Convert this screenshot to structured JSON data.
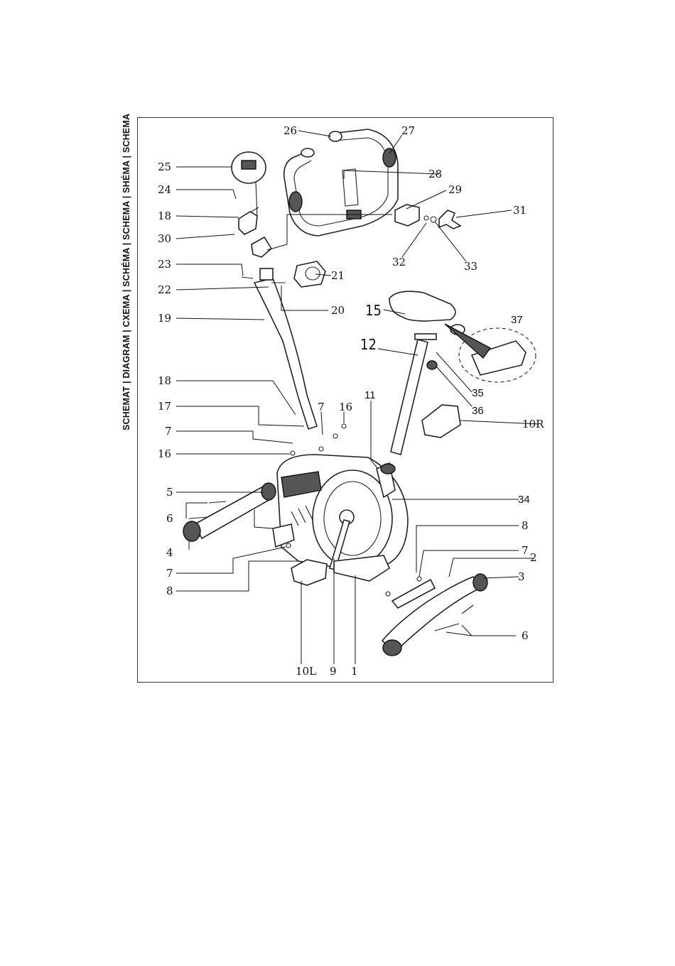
{
  "side_title": "SCHEMAT | DIAGRAM | CXEMA | SCHÉMA | SCHEMA | SHÉMA | SCHEMA",
  "labels": {
    "p26": "26",
    "p27": "27",
    "p25": "25",
    "p28": "28",
    "p24": "24",
    "p29": "29",
    "p31": "31",
    "p18a": "18",
    "p30": "30",
    "p32": "32",
    "p33": "33",
    "p23": "23",
    "p21": "21",
    "p22": "22",
    "p20": "20",
    "p15": "15",
    "p19": "19",
    "p37": "37",
    "p12": "12",
    "p35": "35",
    "p18b": "18",
    "p11": "11",
    "p36": "36",
    "p17": "17",
    "p7a": "7",
    "p16a": "16",
    "p10R": "10R",
    "p7b": "7",
    "p16b": "16",
    "p5": "5",
    "p34": "34",
    "p6a": "6",
    "p8a": "8",
    "p4": "4",
    "p7c": "7",
    "p2": "2",
    "p7d": "7",
    "p3": "3",
    "p8b": "8",
    "p6b": "6",
    "p10L": "10L",
    "p9": "9",
    "p1": "1"
  }
}
